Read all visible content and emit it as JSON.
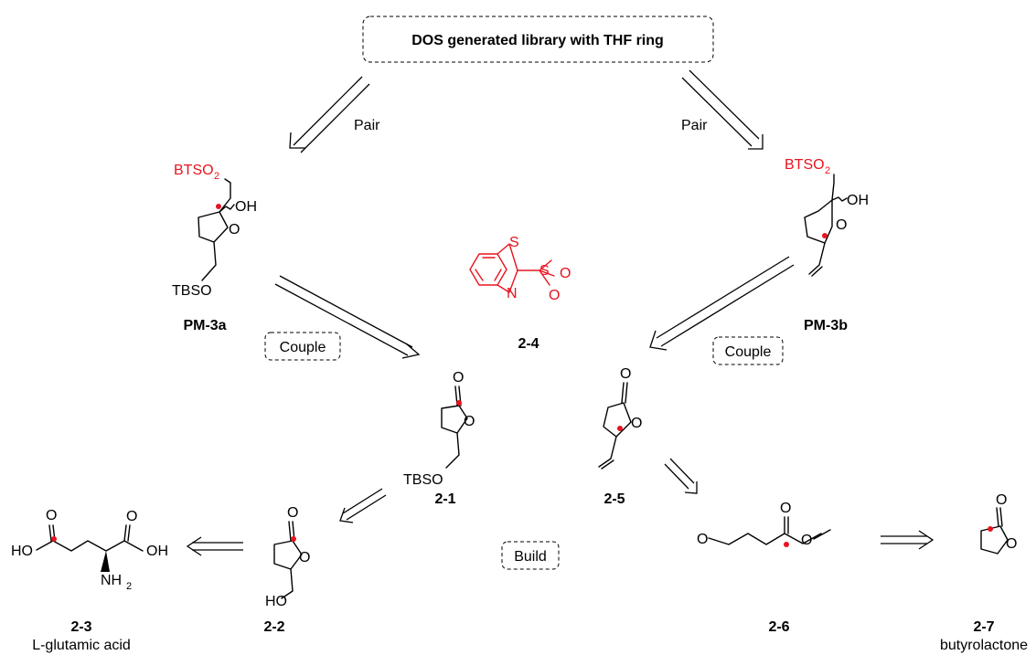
{
  "header": {
    "title": "DOS generated library with THF ring"
  },
  "arrow_labels": {
    "pair_left": "Pair",
    "pair_right": "Pair"
  },
  "strategy_labels": {
    "couple_left": "Couple",
    "couple_right": "Couple",
    "build": "Build"
  },
  "atoms": {
    "btso2_a": "BTSO",
    "btso2_a_sub": "2",
    "btso2_b": "BTSO",
    "btso2_b_sub": "2",
    "oh": "OH",
    "o": "O",
    "tbso": "TBSO",
    "s": "S",
    "n": "N",
    "ho": "HO",
    "nh2": "NH",
    "nh2_sub": "2"
  },
  "compounds": [
    {
      "id": "PM-3a",
      "name": ""
    },
    {
      "id": "PM-3b",
      "name": ""
    },
    {
      "id": "2-4",
      "name": ""
    },
    {
      "id": "2-1",
      "name": ""
    },
    {
      "id": "2-5",
      "name": ""
    },
    {
      "id": "2-2",
      "name": ""
    },
    {
      "id": "2-3",
      "name": "L-glutamic acid"
    },
    {
      "id": "2-6",
      "name": ""
    },
    {
      "id": "2-7",
      "name": "butyrolactone"
    }
  ],
  "colors": {
    "highlight": "#e8131f",
    "ink": "#000000"
  }
}
